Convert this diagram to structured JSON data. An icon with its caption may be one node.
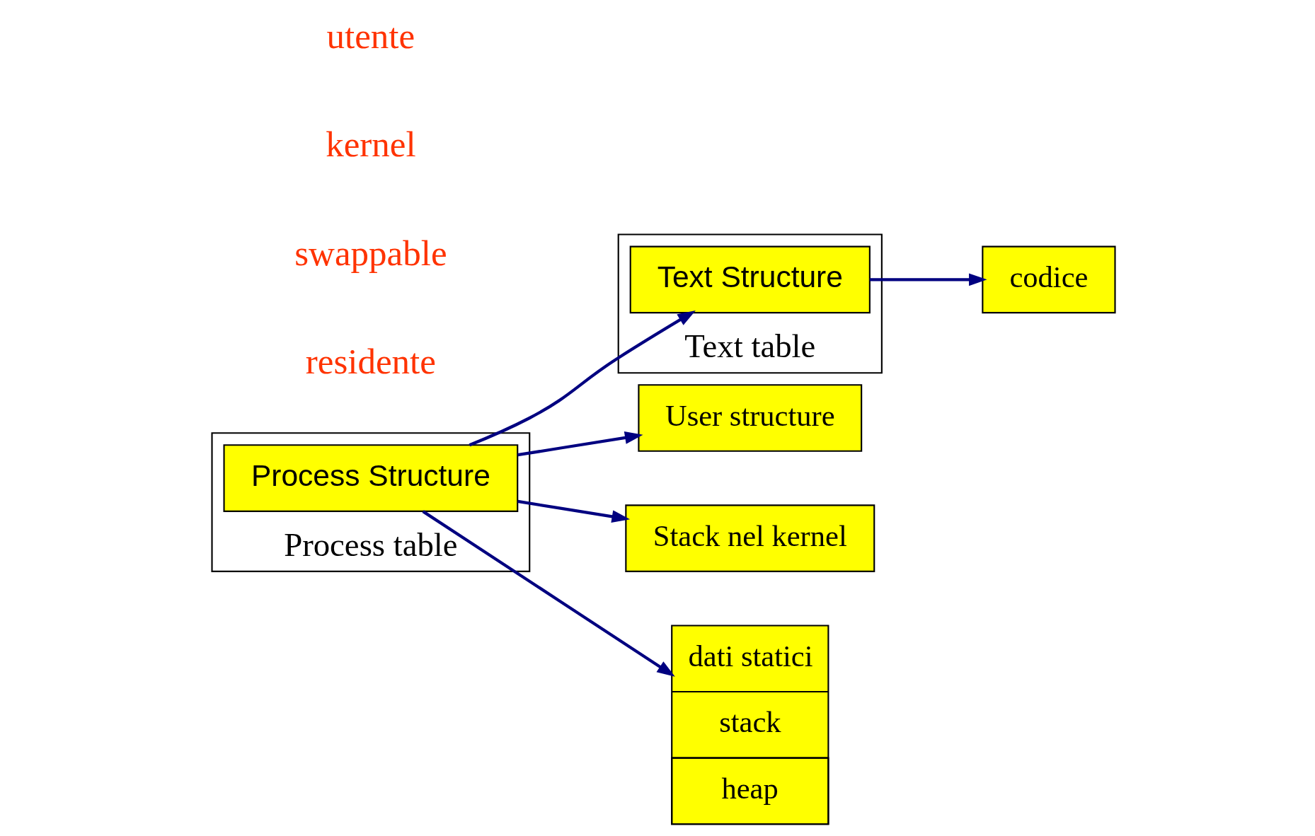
{
  "diagram": {
    "nodes": [
      {
        "text": [
          "Process table"
        ]
      },
      {
        "text": [
          "Process Structure"
        ],
        "in": 0
      },
      {
        "text": [
          "Text table"
        ]
      },
      {
        "text": [
          "Text Structure"
        ],
        "in": 2
      },
      {
        "text": [
          "User structure"
        ]
      },
      {
        "text": [
          "Stack nel kernel"
        ]
      },
      {
        "text": [
          "dati statici",
          "stack",
          "heap"
        ]
      },
      {
        "text": [
          "codice"
        ]
      }
    ],
    "edges": [
      {
        "from": 1,
        "to": 3,
        "arrow": "to"
      },
      {
        "from": 1,
        "to": 6,
        "arrow": "to"
      },
      {
        "from": 1,
        "to": 4,
        "arrow": "to"
      },
      {
        "from": 1,
        "to": 5,
        "arrow": "to"
      },
      {
        "from": 3,
        "to": 7,
        "arrow": "to"
      }
    ],
    "labels": [
      "residente",
      "swappable",
      "kernel",
      "utente"
    ]
  }
}
